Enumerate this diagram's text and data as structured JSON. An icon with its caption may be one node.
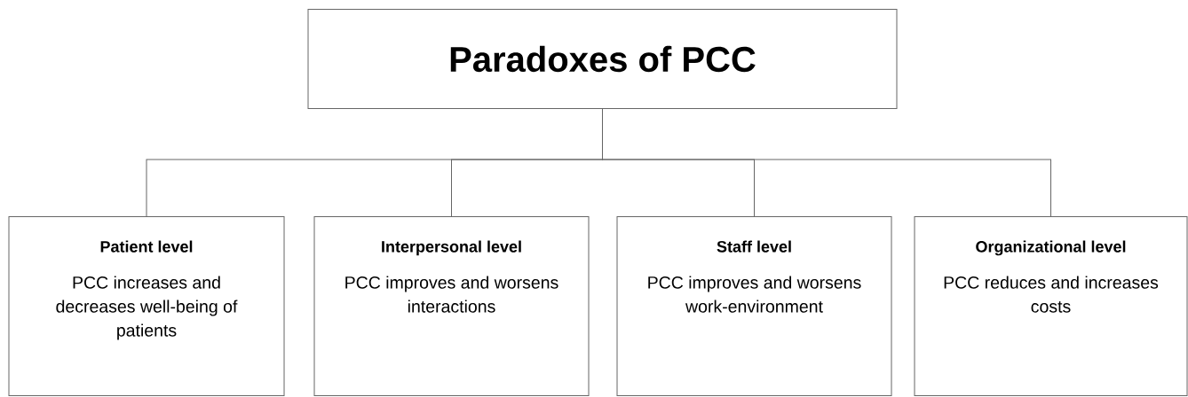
{
  "diagram": {
    "nodes": [
      {
        "text": [
          "Paradoxes of PCC"
        ]
      },
      {
        "text": [
          "Patient level",
          "PCC increases and decreases well-being of patients"
        ]
      },
      {
        "text": [
          "Interpersonal level",
          "PCC improves and worsens interactions"
        ]
      },
      {
        "text": [
          "Staff level",
          "PCC improves and worsens work-environment"
        ]
      },
      {
        "text": [
          "Organizational level",
          "PCC reduces and increases costs"
        ]
      }
    ],
    "edges": [
      {
        "from": 0,
        "to": 1,
        "arrow": "none"
      },
      {
        "from": 0,
        "to": 2,
        "arrow": "none"
      },
      {
        "from": 0,
        "to": 3,
        "arrow": "none"
      },
      {
        "from": 0,
        "to": 4,
        "arrow": "none"
      }
    ]
  }
}
